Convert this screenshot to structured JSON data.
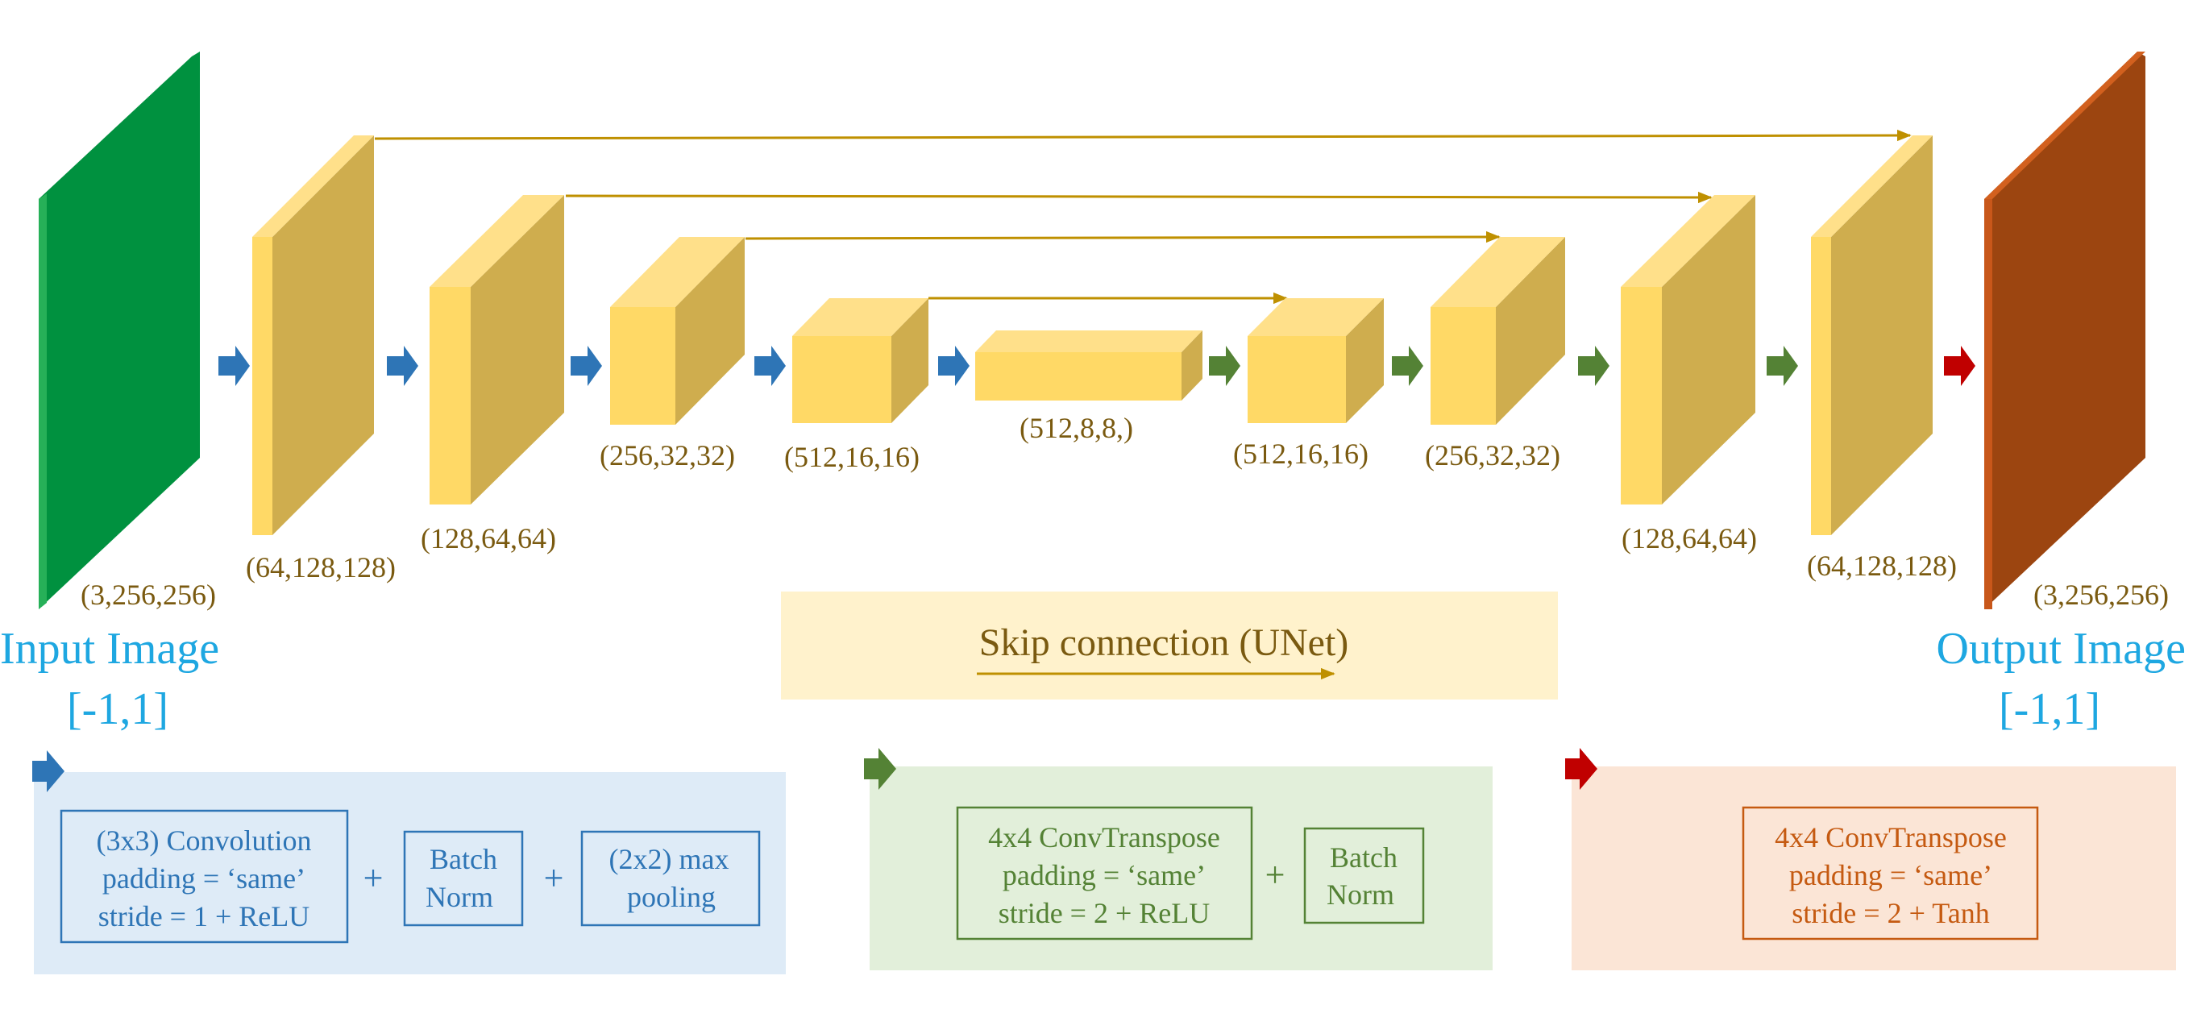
{
  "colors": {
    "input_face": "#00913f",
    "input_side": "#1fa84f",
    "output_face": "#9c4510",
    "output_side": "#c8571a",
    "block_front": "#ffd966",
    "block_side": "#cfad4e",
    "block_top": "#ffe08a",
    "skip_arrow": "#bf9000",
    "blue_arrow": "#2e75b6",
    "green_arrow": "#548235",
    "red_arrow": "#c00000",
    "skip_box": "#fff2cc",
    "legend_blue_bg": "#deebf7",
    "legend_green_bg": "#e2efda",
    "legend_red_bg": "#fbe5d6"
  },
  "input": {
    "title": "Input Image",
    "range": "[-1,1]",
    "shape": "(3,256,256)"
  },
  "output": {
    "title": "Output Image",
    "range": "[-1,1]",
    "shape": "(3,256,256)"
  },
  "encoder_shapes": [
    "(64,128,128)",
    "(128,64,64)",
    "(256,32,32)",
    "(512,16,16)"
  ],
  "bottleneck_shape": "(512,8,8,)",
  "decoder_shapes": [
    "(512,16,16)",
    "(256,32,32)",
    "(128,64,64)",
    "(64,128,128)"
  ],
  "skip_legend": {
    "label": "Skip connection (UNet)"
  },
  "legend_encoder": {
    "arrow": "blue-arrow-icon",
    "conv_lines": [
      "(3x3) Convolution",
      "padding = ‘same’",
      "stride = 1 + ReLU"
    ],
    "plus": "+",
    "norm_lines": [
      "Batch",
      "Norm"
    ],
    "pool_lines": [
      "(2x2) max",
      "pooling"
    ]
  },
  "legend_decoder": {
    "arrow": "green-arrow-icon",
    "conv_lines": [
      "4x4 ConvTranspose",
      "padding = ‘same’",
      "stride = 2 + ReLU"
    ],
    "plus": "+",
    "norm_lines": [
      "Batch",
      "Norm"
    ]
  },
  "legend_output": {
    "arrow": "red-arrow-icon",
    "conv_lines": [
      "4x4 ConvTranspose",
      "padding = ‘same’",
      "stride = 2 + Tanh"
    ]
  }
}
